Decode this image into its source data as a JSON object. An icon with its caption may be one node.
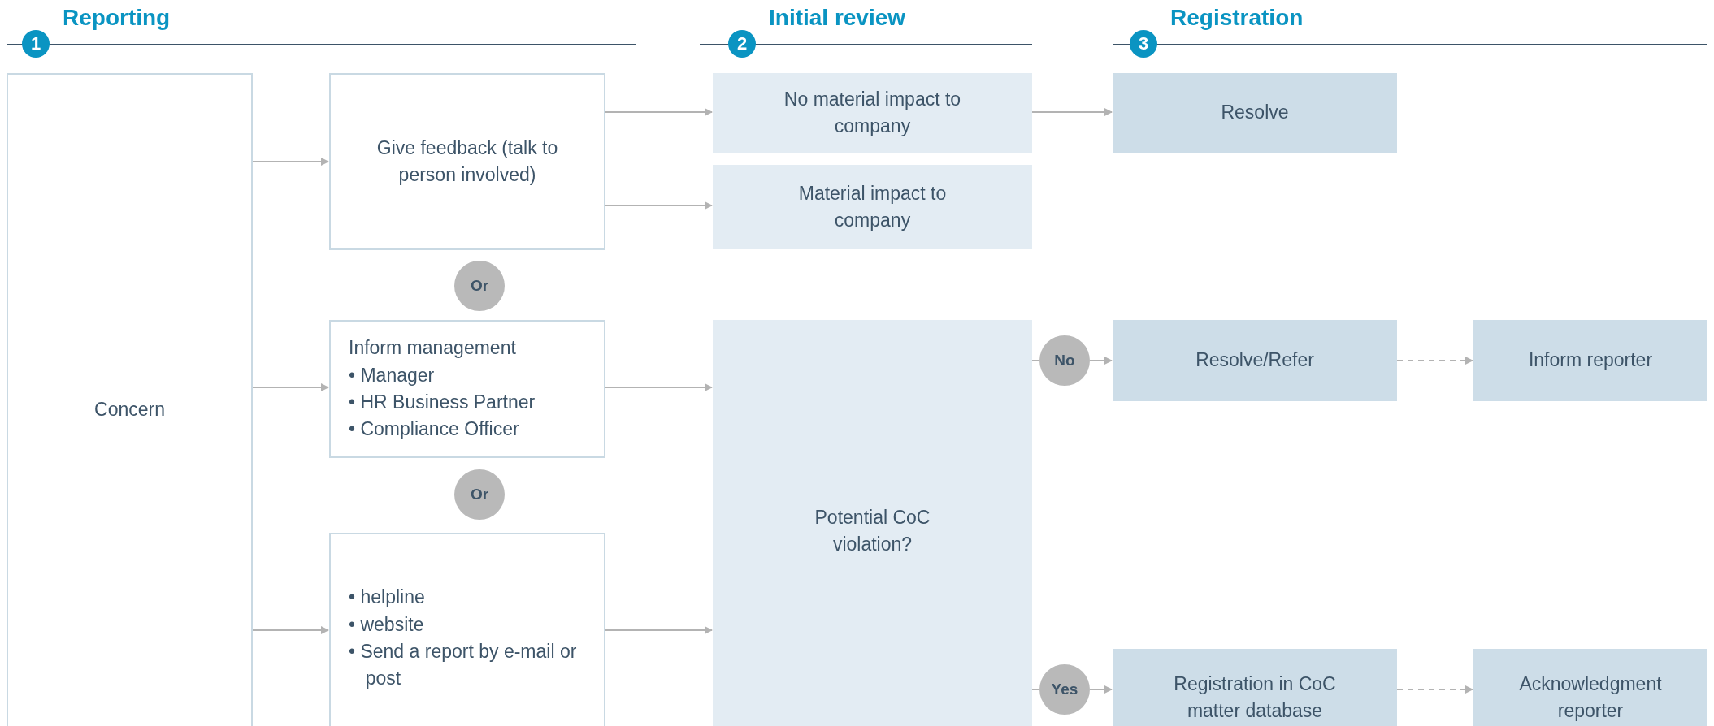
{
  "diagram": {
    "nodes": [
      {
        "text": [
          "1"
        ],
        "beside": [
          "Reporting"
        ]
      },
      {
        "text": [
          "2"
        ],
        "beside": [
          "Initial review"
        ]
      },
      {
        "text": [
          "3"
        ],
        "beside": [
          "Registration"
        ]
      },
      {
        "text": [
          "Concern"
        ]
      },
      {
        "text": [
          "Give feedback (talk to person involved)"
        ]
      },
      {
        "text": [
          "No material impact to company"
        ]
      },
      {
        "text": [
          "Material impact to company"
        ]
      },
      {
        "text": [
          "Resolve"
        ]
      },
      {
        "text": [
          "Or"
        ]
      },
      {
        "text": [
          "Inform management",
          "• Manager",
          "• HR Business Partner",
          "• Compliance Officer"
        ]
      },
      {
        "text": [
          "Potential CoC violation?"
        ]
      },
      {
        "text": [
          "No"
        ]
      },
      {
        "text": [
          "Resolve/Refer"
        ]
      },
      {
        "text": [
          "Inform reporter"
        ]
      },
      {
        "text": [
          "Or"
        ]
      },
      {
        "text": [
          "• helpline",
          "• website",
          "• Send a report by e-mail or post"
        ]
      },
      {
        "text": [
          "Yes"
        ]
      },
      {
        "text": [
          "Registration in CoC matter database"
        ]
      },
      {
        "text": [
          "Acknowledgment reporter"
        ]
      }
    ],
    "edges": [
      {
        "from": 3,
        "to": 4,
        "arrow": "to"
      },
      {
        "from": 3,
        "to": 9,
        "arrow": "to"
      },
      {
        "from": 3,
        "to": 15,
        "arrow": "to"
      },
      {
        "from": 4,
        "to": 5,
        "arrow": "to"
      },
      {
        "from": 4,
        "to": 6,
        "arrow": "to"
      },
      {
        "from": 5,
        "to": 7,
        "arrow": "to"
      },
      {
        "from": 9,
        "to": 10,
        "arrow": "to"
      },
      {
        "from": 15,
        "to": 10,
        "arrow": "to"
      },
      {
        "from": 10,
        "to": 11,
        "arrow": "none"
      },
      {
        "from": 11,
        "to": 12,
        "arrow": "to"
      },
      {
        "from": 12,
        "to": 13,
        "arrow": "to",
        "style": "dashed"
      },
      {
        "from": 10,
        "to": 16,
        "arrow": "none"
      },
      {
        "from": 16,
        "to": 17,
        "arrow": "to"
      },
      {
        "from": 17,
        "to": 18,
        "arrow": "to",
        "style": "dashed"
      }
    ]
  }
}
